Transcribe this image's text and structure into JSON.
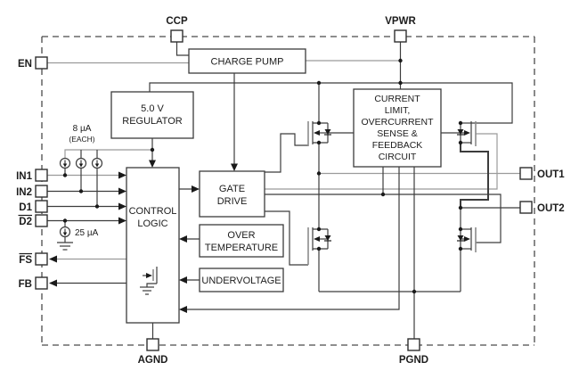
{
  "diagram": {
    "title_hint": "H-bridge driver IC functional block diagram",
    "pins": {
      "ccp": "CCP",
      "vpwr": "VPWR",
      "en": "EN",
      "in1": "IN1",
      "in2": "IN2",
      "d1": "D1",
      "d2": "D2",
      "fs": "FS",
      "fb": "FB",
      "out1": "OUT1",
      "out2": "OUT2",
      "agnd": "AGND",
      "pgnd": "PGND"
    },
    "blocks": {
      "charge_pump": "CHARGE PUMP",
      "regulator_lines": [
        "5.0 V",
        "REGULATOR"
      ],
      "current_limit_lines": [
        "CURRENT",
        "LIMIT,",
        "OVERCURRENT",
        "SENSE &",
        "FEEDBACK",
        "CIRCUIT"
      ],
      "gate_drive_lines": [
        "GATE",
        "DRIVE"
      ],
      "control_logic_lines": [
        "CONTROL",
        "LOGIC"
      ],
      "over_temperature_lines": [
        "OVER",
        "TEMPERATURE"
      ],
      "undervoltage": "UNDERVOLTAGE"
    },
    "annotations": {
      "input_bias_current": "8 µA",
      "input_bias_each": "(EACH)",
      "pulldown_current": "25 µA"
    },
    "colors": {
      "wire_dark": "#3c3c3c",
      "wire_gray": "#9b9b9b",
      "background": "#ffffff",
      "text": "#1c1c1c"
    }
  }
}
